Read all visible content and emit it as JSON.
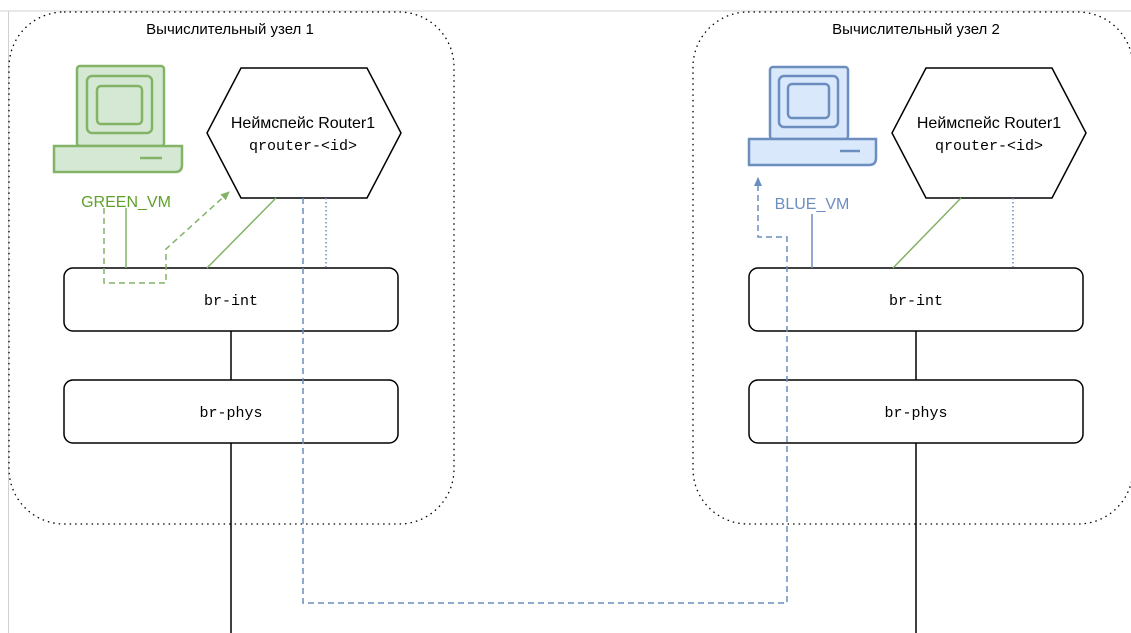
{
  "colors": {
    "green": "#82b366",
    "green_text": "#5fa12a",
    "green_fill": "#d5e8d4",
    "blue": "#6c8ebf",
    "blue_text": "#6c8ebf",
    "blue_fill": "#dae8fc",
    "line": "#000000",
    "border_frame": "#d0d0d0"
  },
  "node1": {
    "title": "Вычислительный узел 1",
    "vm_label": "GREEN_VM",
    "vm_icon": "desktop-computer-icon",
    "router_title": "Неймспейс Router1",
    "router_id": "qrouter-<id>",
    "br_int": "br-int",
    "br_phys": "br-phys"
  },
  "node2": {
    "title": "Вычислительный узел 2",
    "vm_label": "BLUE_VM",
    "vm_icon": "desktop-computer-icon",
    "router_title": "Неймспейс Router1",
    "router_id": "qrouter-<id>",
    "br_int": "br-int",
    "br_phys": "br-phys"
  }
}
